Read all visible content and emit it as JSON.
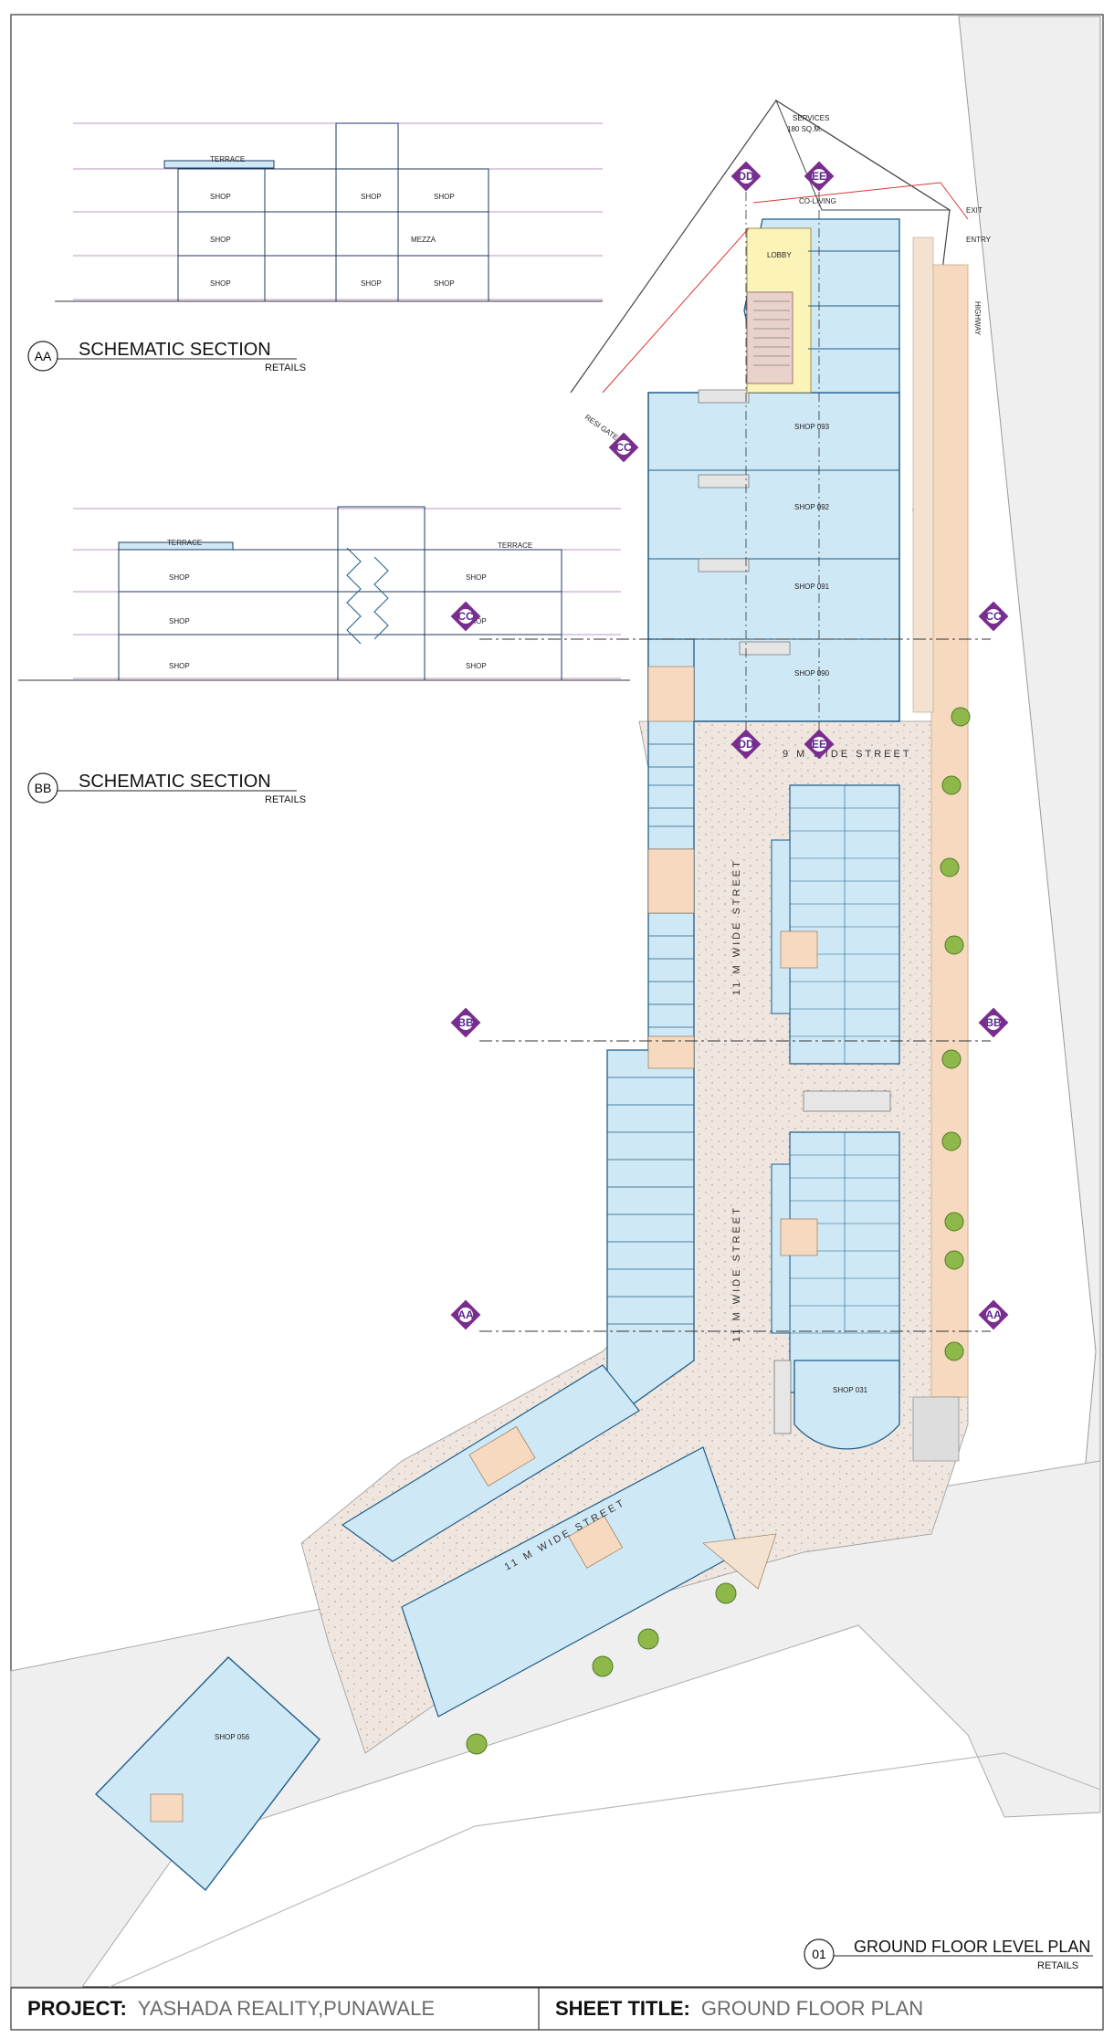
{
  "sections": {
    "aa": {
      "marker": "AA",
      "title": "SCHEMATIC SECTION",
      "subtitle": "RETAILS"
    },
    "bb": {
      "marker": "BB",
      "title": "SCHEMATIC SECTION",
      "subtitle": "RETAILS"
    }
  },
  "section_labels": {
    "terrace": "TERRACE",
    "shop": "SHOP",
    "mezza": "MEZZA"
  },
  "plan": {
    "number": "01",
    "title": "GROUND FLOOR LEVEL PLAN",
    "subtitle": "RETAILS",
    "streets": {
      "nine_m": "9 M WIDE STREET",
      "eleven_m": "11 M WIDE STREET"
    },
    "labels": {
      "services": "SERVICES",
      "services_area": "180 SQ.M.",
      "coworking": "CO-LIVING",
      "entry": "ENTRY",
      "exit": "EXIT",
      "lobby": "LOBBY",
      "resi_gate": "RESI GATE",
      "highway": "HIGHWAY"
    },
    "shops": {
      "s093": "SHOP 093",
      "s092": "SHOP 092",
      "s091": "SHOP 091",
      "s090": "SHOP 090",
      "s031": "SHOP 031",
      "s056": "SHOP 056"
    },
    "markers": {
      "aa": "AA",
      "bb": "BB",
      "cc": "CC",
      "dd": "DD",
      "ee": "EE"
    }
  },
  "title_block": {
    "project_label": "PROJECT:",
    "project_value": "YASHADA REALITY,PUNAWALE",
    "sheet_label": "SHEET TITLE:",
    "sheet_value": "GROUND FLOOR PLAN"
  },
  "colors": {
    "shop_fill": "#cfe8f5",
    "paving": "#efe4dc",
    "walkway": "#f6d9bf",
    "road": "#f0f0f0",
    "marker": "#7a2d8f",
    "tree": "#8fb84a"
  }
}
